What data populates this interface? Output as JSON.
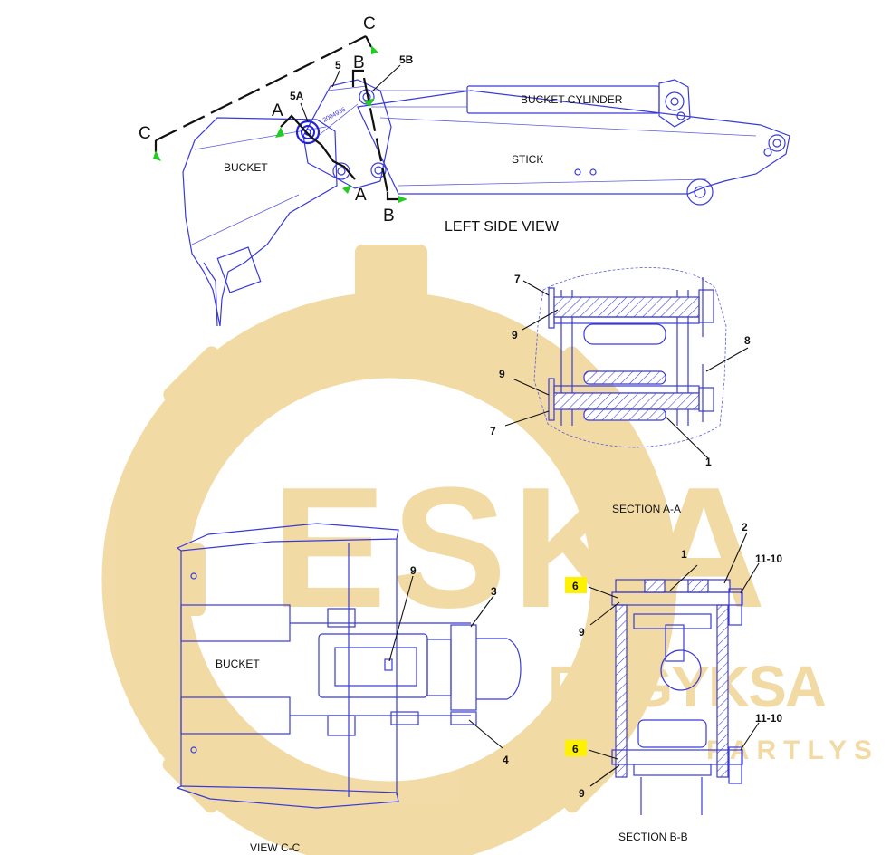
{
  "views": {
    "left_side": {
      "title": "LEFT SIDE VIEW",
      "labels": {
        "bucket": "BUCKET",
        "stick": "STICK",
        "bucket_cylinder": "BUCKET CYLINDER"
      },
      "callouts": {
        "c5": "5",
        "c5a": "5A",
        "c5b": "5B"
      },
      "section_marks": {
        "a": "A",
        "b": "B",
        "c": "C"
      },
      "part_stamp": "2004936"
    },
    "section_aa": {
      "caption": "SECTION A-A",
      "callouts": {
        "c7_top": "7",
        "c9_top": "9",
        "c9_mid": "9",
        "c7_bottom": "7",
        "c8": "8",
        "c1": "1"
      }
    },
    "view_cc": {
      "caption": "VIEW C-C",
      "labels": {
        "bucket": "BUCKET"
      },
      "callouts": {
        "c9": "9",
        "c3": "3",
        "c4": "4"
      }
    },
    "section_bb": {
      "caption": "SECTION B-B",
      "callouts": {
        "c1": "1",
        "c2": "2",
        "c11_10_top": "11-10",
        "c6_top": "6",
        "c9_top": "9",
        "c11_10_bottom": "11-10",
        "c6_bottom": "6",
        "c9_bottom": "9"
      }
    }
  },
  "watermark": {
    "big": "ESKA",
    "brand": "DAGYKSA",
    "sub": "PARTLYS"
  },
  "colors": {
    "line": "#3a3ad8",
    "watermark": "#f1d79c",
    "highlight": "#fff200",
    "arrow": "#22cc22",
    "text": "#111111"
  }
}
